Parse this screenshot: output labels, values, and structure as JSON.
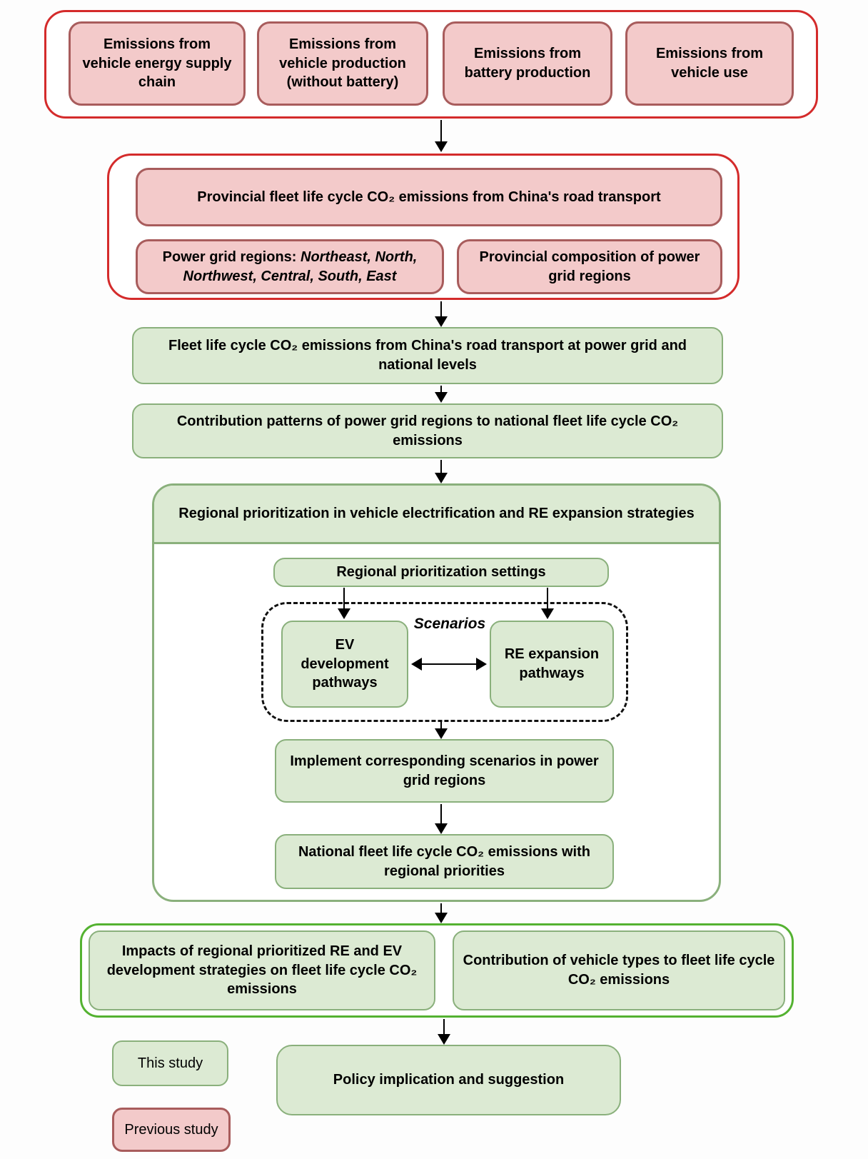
{
  "colors": {
    "previous_fill": "#f3caca",
    "previous_border": "#a85c5c",
    "previous_outline": "#d42b2b",
    "study_fill": "#dcead3",
    "study_border": "#8ab07c",
    "study_outline": "#54b231",
    "arrow": "#000000"
  },
  "inputs": {
    "items": [
      "Emissions from vehicle energy supply chain",
      "Emissions from vehicle production (without battery)",
      "Emissions from battery production",
      "Emissions from vehicle use"
    ]
  },
  "provincial": {
    "title": "Provincial fleet life cycle CO₂ emissions from China's road transport",
    "power_grid_label": "Power grid regions:",
    "power_grid_regions": "Northeast, North, Northwest, Central, South, East",
    "composition": "Provincial composition of power grid regions"
  },
  "fleet_grid_national": "Fleet life cycle CO₂ emissions from China's road transport at power grid and national levels",
  "contribution_patterns": "Contribution patterns of power grid regions to national fleet life cycle CO₂ emissions",
  "prioritization": {
    "header": "Regional prioritization in vehicle electrification and RE expansion strategies",
    "settings": "Regional prioritization settings",
    "scenarios_label": "Scenarios",
    "ev_pathways": "EV development pathways",
    "re_pathways": "RE expansion pathways",
    "implement": "Implement corresponding scenarios in power grid regions",
    "national_emissions": "National fleet life cycle CO₂ emissions with regional priorities"
  },
  "outcomes": {
    "impacts": "Impacts of regional prioritized RE and EV development strategies on fleet life cycle CO₂ emissions",
    "vehicle_types": "Contribution of vehicle types to fleet life cycle CO₂ emissions"
  },
  "policy": "Policy implication and suggestion",
  "legend": {
    "this_study": "This study",
    "previous_study": "Previous study"
  }
}
